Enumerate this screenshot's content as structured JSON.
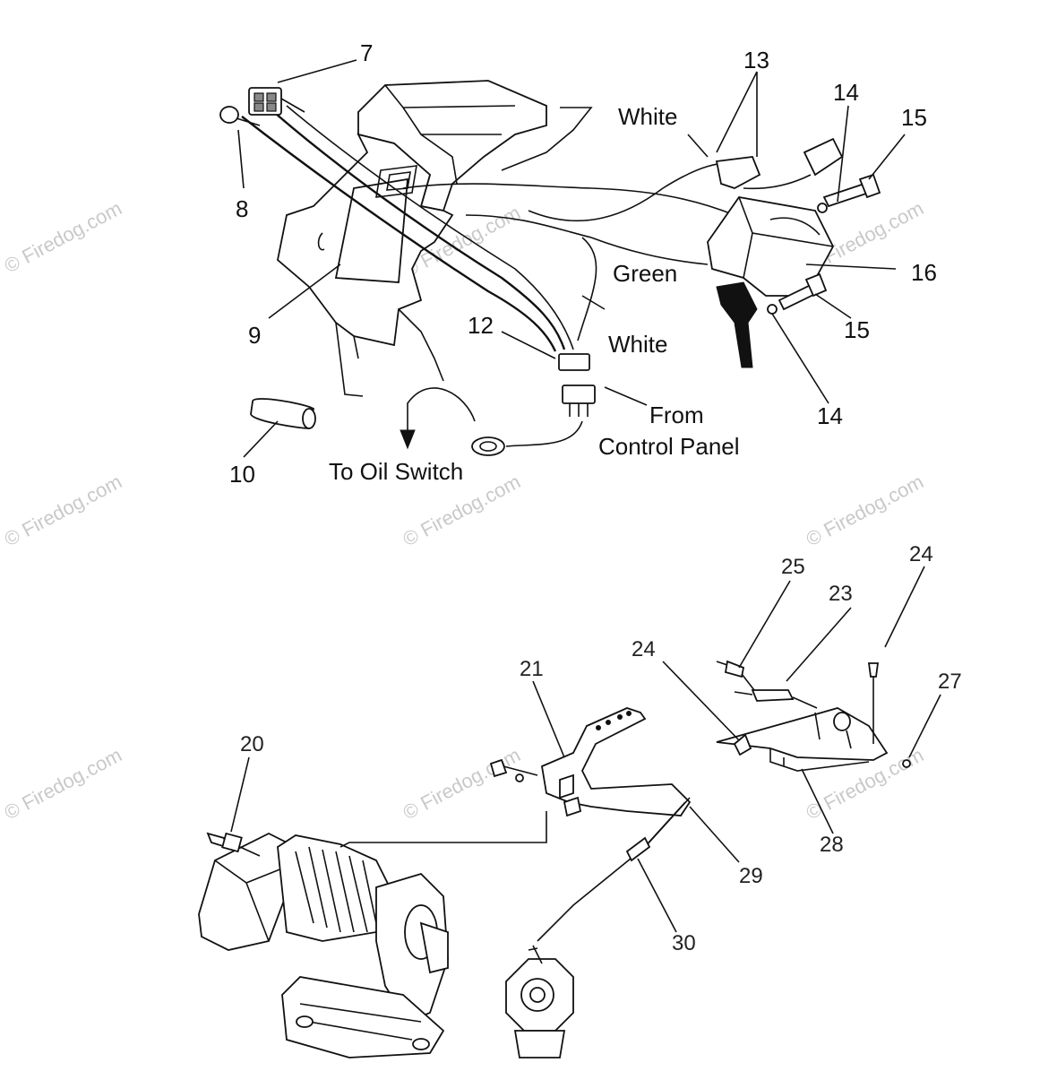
{
  "callouts_top": {
    "c7": "7",
    "c8": "8",
    "c9": "9",
    "c10": "10",
    "c12": "12",
    "c13": "13",
    "c14a": "14",
    "c14b": "14",
    "c15a": "15",
    "c15b": "15",
    "c16": "16"
  },
  "wire_labels": {
    "white_top": "White",
    "green": "Green",
    "white_mid": "White",
    "from_line1": "From",
    "from_line2": "Control Panel",
    "oil": "To Oil Switch"
  },
  "callouts_bottom": {
    "c20": "20",
    "c21": "21",
    "c23": "23",
    "c24a": "24",
    "c24b": "24",
    "c25": "25",
    "c27": "27",
    "c28": "28",
    "c29": "29",
    "c30": "30"
  },
  "watermark": "© Firedog.com"
}
